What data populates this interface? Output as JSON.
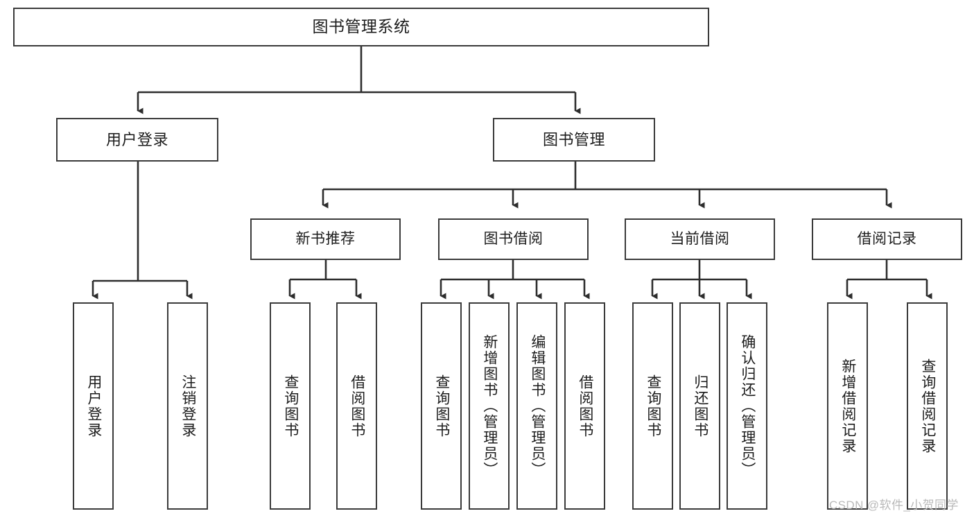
{
  "diagram": {
    "type": "tree",
    "title": "图书管理系统",
    "orientation": "top-down",
    "root": {
      "id": "root",
      "label": "图书管理系统"
    },
    "level2": [
      {
        "id": "user-login",
        "label": "用户登录"
      },
      {
        "id": "book-manage",
        "label": "图书管理"
      }
    ],
    "level3": [
      {
        "id": "new-book-recommend",
        "label": "新书推荐",
        "parent": "book-manage"
      },
      {
        "id": "book-borrow",
        "label": "图书借阅",
        "parent": "book-manage"
      },
      {
        "id": "current-borrow",
        "label": "当前借阅",
        "parent": "book-manage"
      },
      {
        "id": "borrow-record",
        "label": "借阅记录",
        "parent": "book-manage"
      }
    ],
    "leaves": {
      "user-login": [
        {
          "id": "leaf-user-login",
          "label": "用户登录"
        },
        {
          "id": "leaf-user-logout",
          "label": "注销登录"
        }
      ],
      "new-book-recommend": [
        {
          "id": "leaf-query-book-1",
          "label": "查询图书"
        },
        {
          "id": "leaf-borrow-book-1",
          "label": "借阅图书"
        }
      ],
      "book-borrow": [
        {
          "id": "leaf-query-book-2",
          "label": "查询图书"
        },
        {
          "id": "leaf-add-book",
          "label": "新增图书（管理员）"
        },
        {
          "id": "leaf-edit-book",
          "label": "编辑图书（管理员）"
        },
        {
          "id": "leaf-borrow-book-2",
          "label": "借阅图书"
        }
      ],
      "current-borrow": [
        {
          "id": "leaf-query-book-3",
          "label": "查询图书"
        },
        {
          "id": "leaf-return-book",
          "label": "归还图书"
        },
        {
          "id": "leaf-confirm-return",
          "label": "确认归还（管理员）"
        }
      ],
      "borrow-record": [
        {
          "id": "leaf-add-record",
          "label": "新增借阅记录"
        },
        {
          "id": "leaf-query-record",
          "label": "查询借阅记录"
        }
      ]
    },
    "colors": {
      "box_border": "#3a3a3a",
      "box_fill": "#ffffff",
      "connector": "#2d2d2d",
      "text": "#1c1c1c",
      "watermark": "#b9b9b9",
      "background": "#ffffff"
    }
  },
  "watermark": {
    "text": "CSDN @软件_小贺同学"
  }
}
